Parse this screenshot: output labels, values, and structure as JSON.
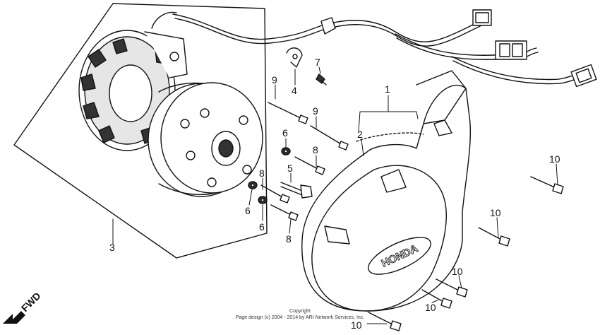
{
  "callouts": {
    "c1": "1",
    "c2": "2",
    "c3": "3",
    "c4": "4",
    "c5": "5",
    "c6a": "6",
    "c6b": "6",
    "c6c": "6",
    "c7": "7",
    "c8a": "8",
    "c8b": "8",
    "c8c": "8",
    "c9a": "9",
    "c9b": "9",
    "c10a": "10",
    "c10b": "10",
    "c10c": "10",
    "c10d": "10",
    "c10e": "10"
  },
  "cover_logo": "HONDA",
  "fwd_label": "FWD",
  "copyright": {
    "line1": "Copyright",
    "line2": "Page design (c) 2004 - 2014 by ARI Network Services, Inc."
  }
}
